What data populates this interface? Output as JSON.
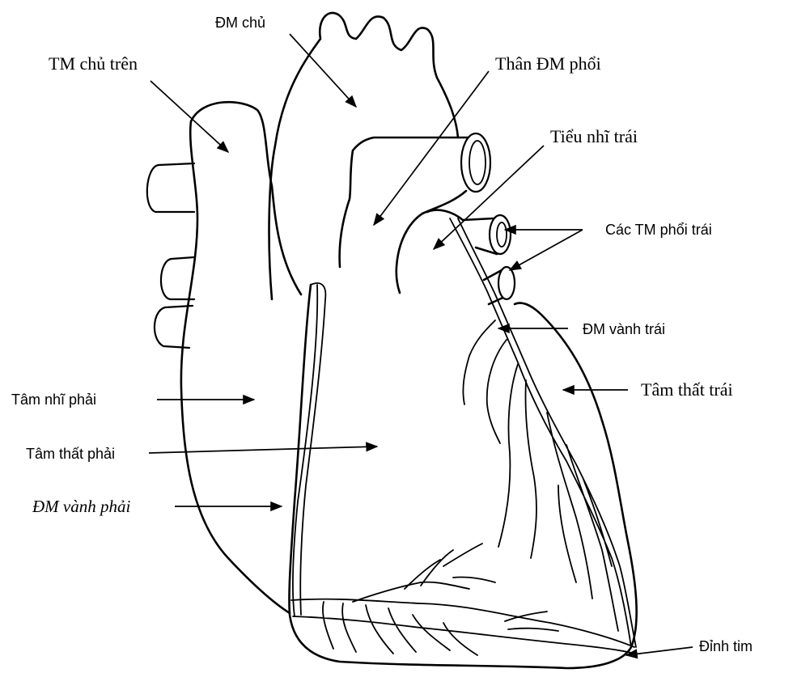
{
  "labels": {
    "aorta": "ĐM chủ",
    "superior_vena_cava": "TM chủ trên",
    "pulmonary_trunk": "Thân ĐM phổi",
    "left_auricle": "Tiểu nhĩ trái",
    "left_pulmonary_veins": "Các TM phổi trái",
    "left_coronary_artery": "ĐM vành trái",
    "left_ventricle": "Tâm thất trái",
    "right_atrium": "Tâm nhĩ phải",
    "right_ventricle": "Tâm thất phải",
    "right_coronary_artery": "ĐM vành phải",
    "apex": "Đỉnh tim"
  }
}
